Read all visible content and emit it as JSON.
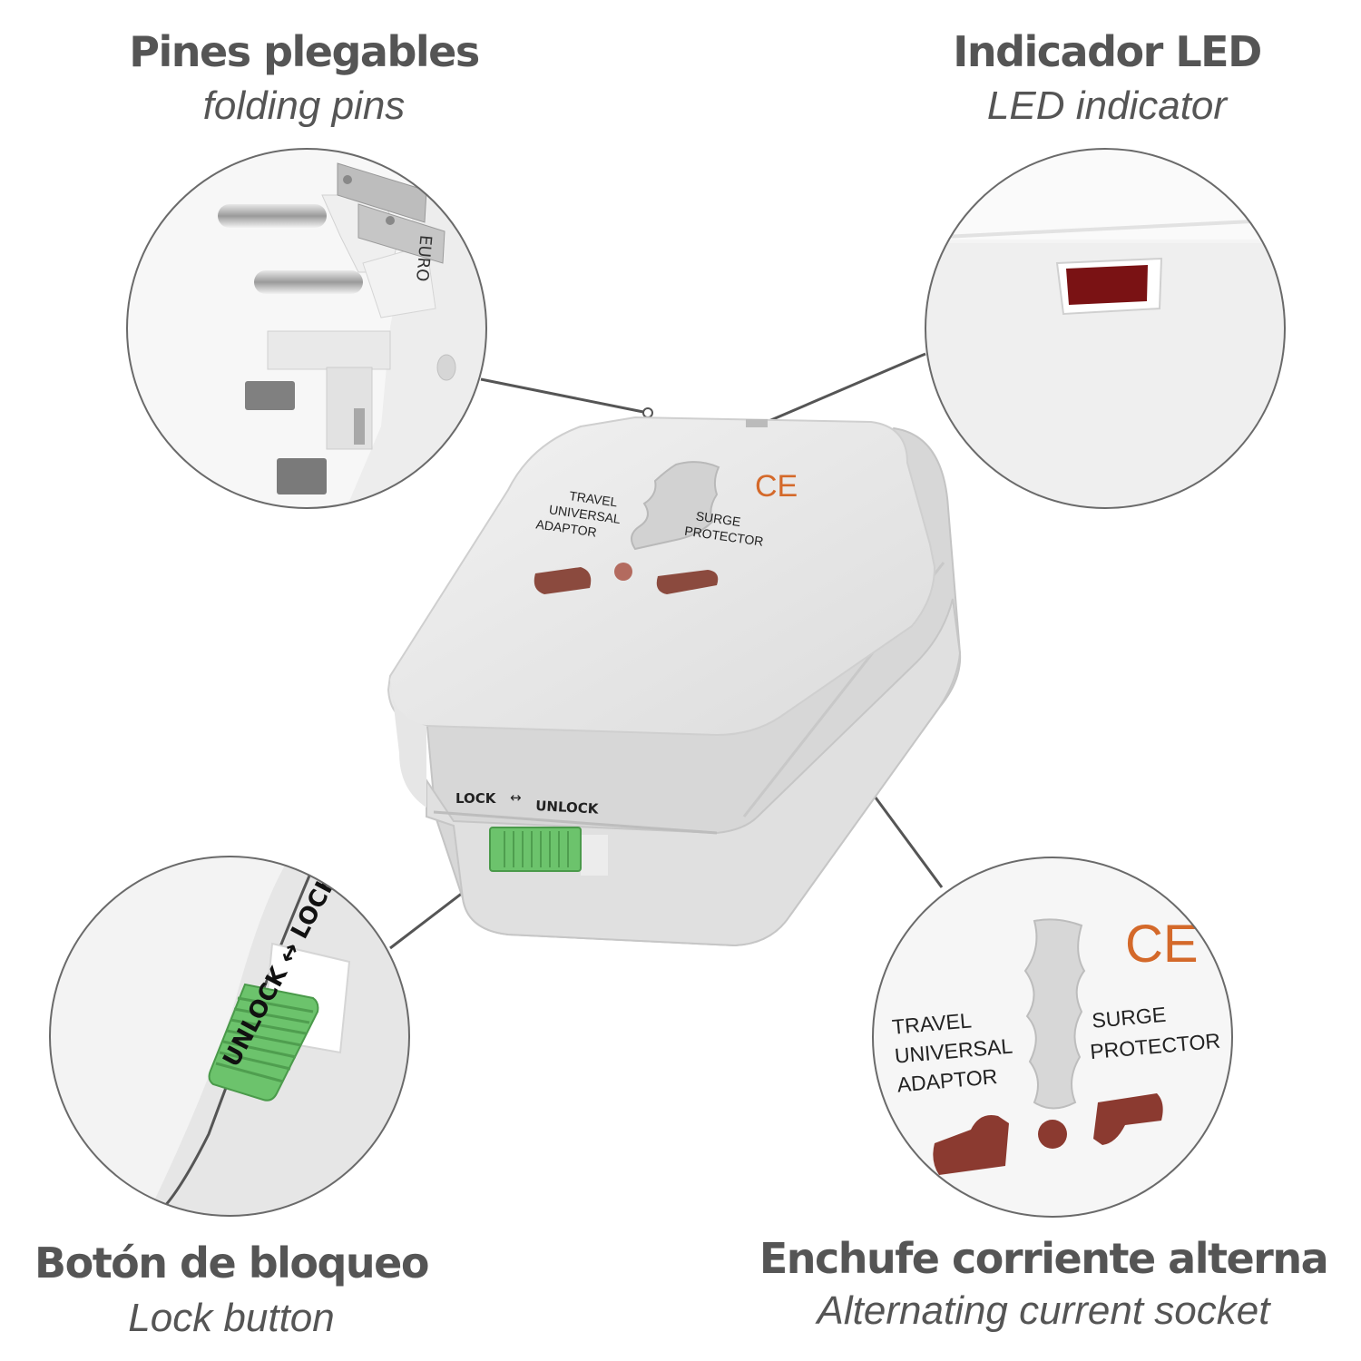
{
  "callouts": {
    "folding_pins": {
      "title": "Pines plegables",
      "subtitle": "folding pins",
      "detail_text": "EURO"
    },
    "led_indicator": {
      "title": "Indicador LED",
      "subtitle": "LED indicator"
    },
    "lock_button": {
      "title": "Botón de bloqueo",
      "subtitle": "Lock button",
      "detail_text": "UNLOCK ↔ LOCK"
    },
    "ac_socket": {
      "title": "Enchufe corriente alterna",
      "subtitle": "Alternating current socket"
    }
  },
  "adapter": {
    "left_print": [
      "TRAVEL",
      "UNIVERSAL",
      "ADAPTOR"
    ],
    "right_print": [
      "SURGE",
      "PROTECTOR"
    ],
    "mark": "CE",
    "lock_label_left": "LOCK",
    "lock_label_right": "UNLOCK"
  },
  "colors": {
    "text": "#555555",
    "led": "#7a1214",
    "slider": "#6cc36c",
    "socket": "#8b3a30",
    "ce_mark": "#d4692a"
  }
}
